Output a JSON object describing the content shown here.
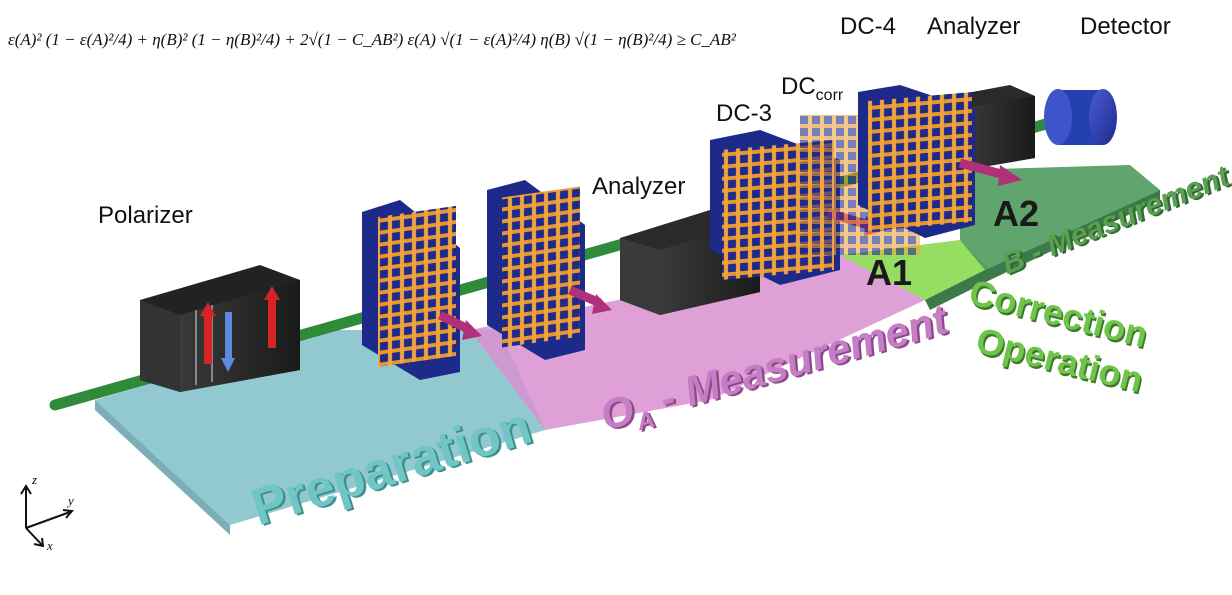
{
  "formula": {
    "latex": "ε(A)² (1 − ε(A)²/4) + η(B)² (1 − η(B)²/4) + 2√(1 − C_AB²) ε(A) √(1 − ε(A)²/4) η(B) √(1 − η(B)²/4) ≥ C_AB²"
  },
  "labels": {
    "polarizer": "Polarizer",
    "analyzer_1": "Analyzer",
    "dc3": "DC-3",
    "dccorr_main": "DC",
    "dccorr_sub": "corr",
    "dc4": "DC-4",
    "analyzer_2": "Analyzer",
    "detector": "Detector",
    "a1": "A1",
    "a2": "A2"
  },
  "stages": {
    "preparation": "Preparation",
    "oa_main": "O",
    "oa_sub": "A",
    "oa_rest": " - Measurement",
    "correction_line1": "Correction",
    "correction_line2": "Operation",
    "b_measurement": "B - Measurement"
  },
  "axes": {
    "z": "z",
    "y": "y",
    "x": "x"
  },
  "colors": {
    "preparation": "#7fbfc9",
    "oa_measurement": "#d98fd0",
    "correction": "#8fdc5a",
    "b_measurement": "#4f9a5e",
    "beam": "#2f8a3a",
    "coil": "#e8952e",
    "coil_frame": "#1f2a8a",
    "detector": "#2d3fa8",
    "arrow": "#b0307a"
  },
  "icons": [
    "polarizer-box",
    "coil-dc1",
    "coil-dc2",
    "analyzer-box-1",
    "coil-dc3",
    "coil-dccorr",
    "coil-dc4",
    "analyzer-box-2",
    "detector-cylinder"
  ]
}
